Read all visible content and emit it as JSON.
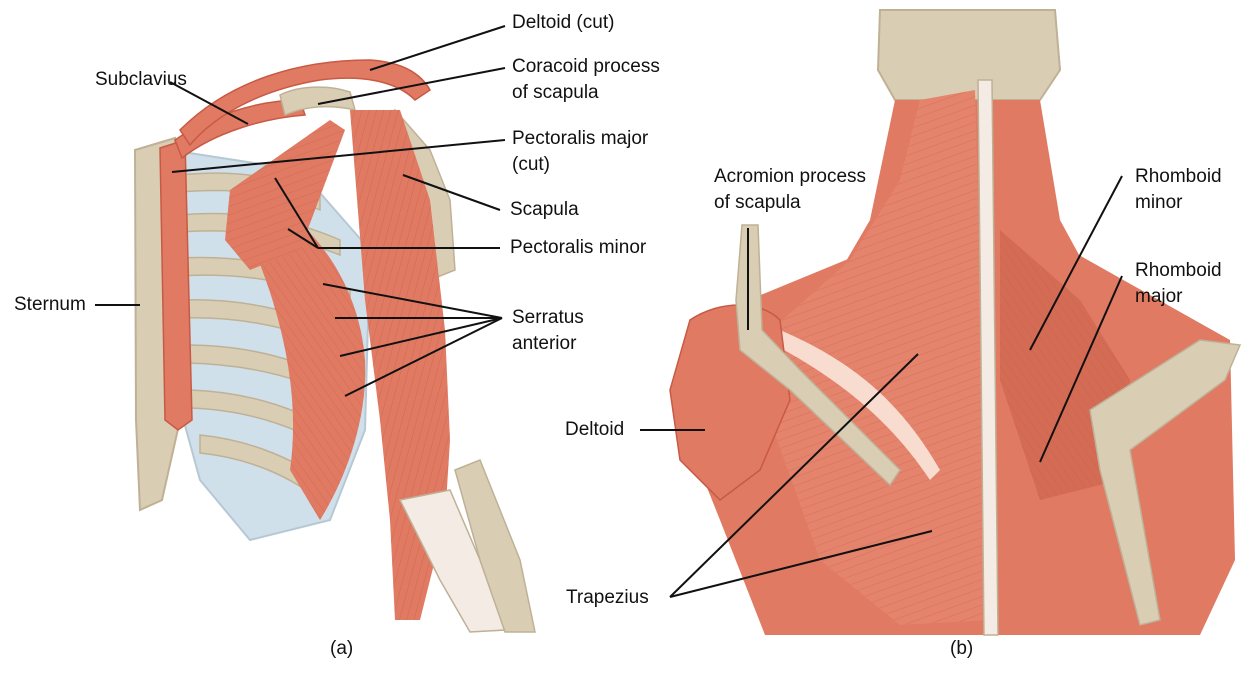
{
  "panels": [
    {
      "id": "anterior",
      "labels": {
        "deltoid_cut": "Deltoid (cut)",
        "subclavius": "Subclavius",
        "coracoid_1": "Coracoid process",
        "coracoid_2": "of scapula",
        "pect_major_1": "Pectoralis major",
        "pect_major_2": "(cut)",
        "scapula": "Scapula",
        "pect_minor": "Pectoralis minor",
        "sternum": "Sternum",
        "serratus_1": "Serratus",
        "serratus_2": "anterior"
      },
      "caption": "(a)"
    },
    {
      "id": "posterior",
      "labels": {
        "acromion_1": "Acromion process",
        "acromion_2": "of scapula",
        "rhomboid_minor_1": "Rhomboid",
        "rhomboid_minor_2": "minor",
        "rhomboid_major_1": "Rhomboid",
        "rhomboid_major_2": "major",
        "deltoid": "Deltoid",
        "trapezius": "Trapezius"
      },
      "caption": "(b)"
    }
  ],
  "colors": {
    "muscle": "#e07a63",
    "muscle_dark": "#c85a45",
    "muscle_light": "#f0a28c",
    "bone": "#d9cdb4",
    "bone_shadow": "#bfb196",
    "tendon": "#f4ece4",
    "cartilage": "#cfe0ea"
  }
}
